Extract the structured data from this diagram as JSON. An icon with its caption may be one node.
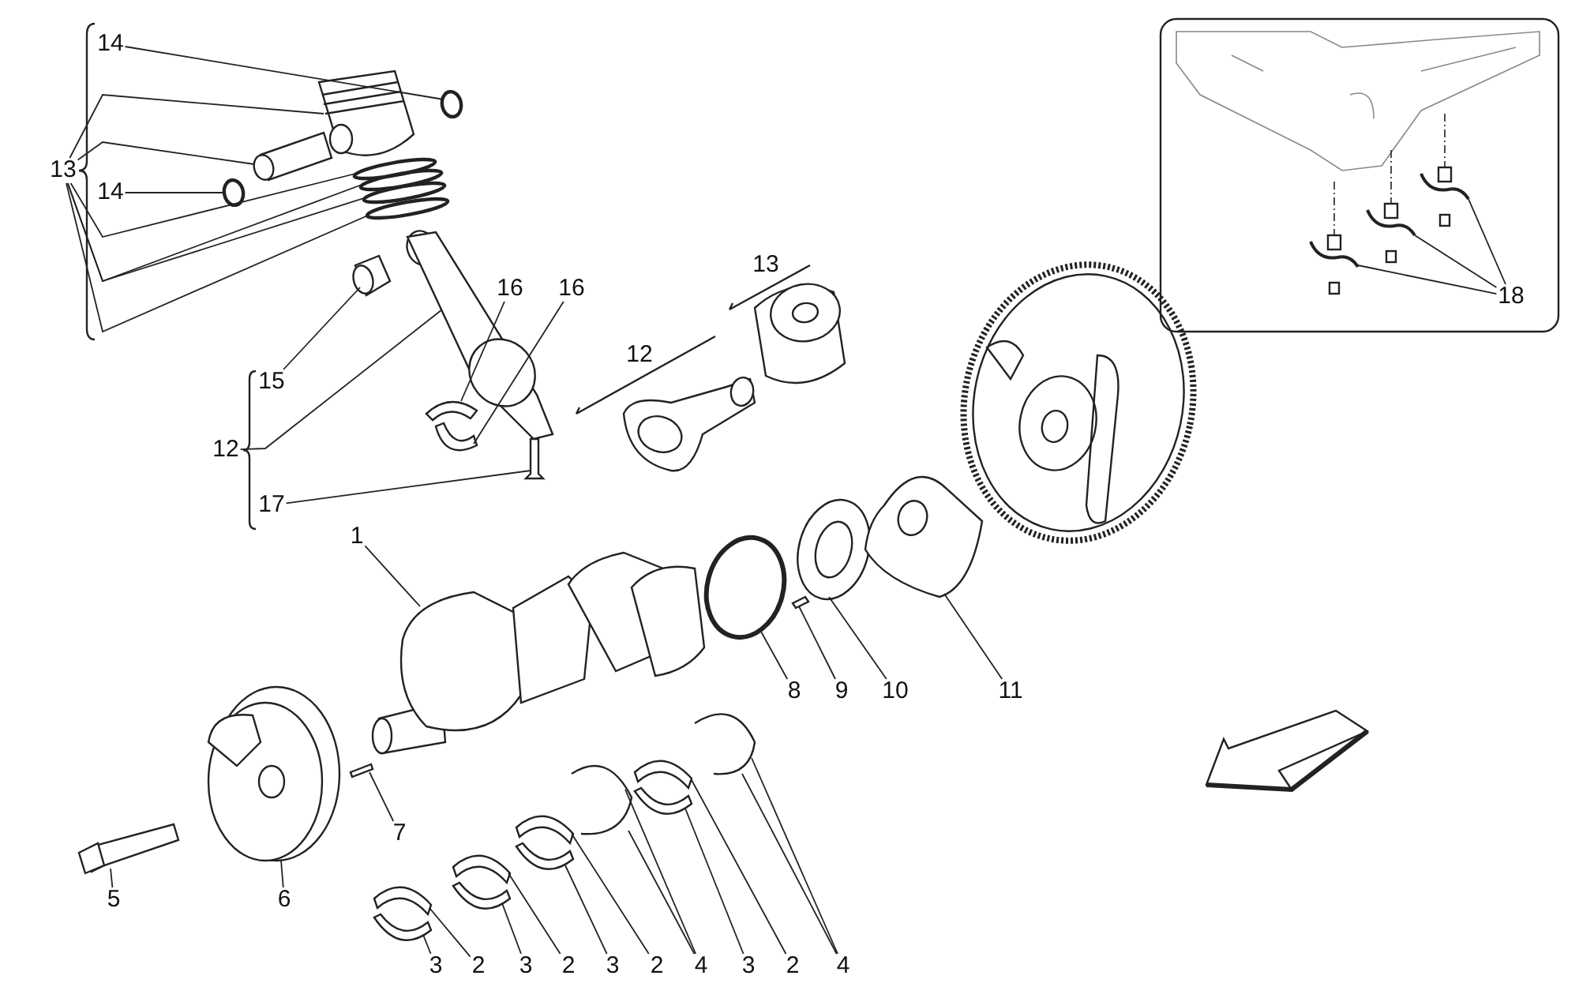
{
  "diagram": {
    "nodes": [
      {
        "text": [
          "14"
        ]
      },
      {
        "text": [
          "13"
        ]
      },
      {
        "text": [
          "14"
        ]
      },
      {
        "text": [
          "16"
        ]
      },
      {
        "text": [
          "16"
        ]
      },
      {
        "text": [
          "15"
        ]
      },
      {
        "text": [
          "12"
        ]
      },
      {
        "text": [
          "17"
        ]
      },
      {
        "text": [
          "13"
        ]
      },
      {
        "text": [
          "12"
        ]
      },
      {
        "text": [
          "1"
        ]
      },
      {
        "text": [
          "8"
        ]
      },
      {
        "text": [
          "9"
        ]
      },
      {
        "text": [
          "10"
        ]
      },
      {
        "text": [
          "11"
        ]
      },
      {
        "text": [
          "18"
        ]
      },
      {
        "text": [
          "5"
        ]
      },
      {
        "text": [
          "6"
        ]
      },
      {
        "text": [
          "7"
        ]
      },
      {
        "text": [
          "3"
        ]
      },
      {
        "text": [
          "2"
        ]
      },
      {
        "text": [
          "3"
        ]
      },
      {
        "text": [
          "2"
        ]
      },
      {
        "text": [
          "3"
        ]
      },
      {
        "text": [
          "2"
        ]
      },
      {
        "text": [
          "4"
        ]
      },
      {
        "text": [
          "3"
        ]
      },
      {
        "text": [
          "2"
        ]
      },
      {
        "text": [
          "4"
        ]
      },
      {
        "text": [],
        "shape": "circle"
      },
      {
        "text": [],
        "shape": "picture"
      },
      {
        "text": [],
        "shape": "picture"
      },
      {
        "text": [],
        "shape": "circle"
      },
      {
        "text": [],
        "shape": "circle"
      },
      {
        "text": [],
        "shape": "circle"
      },
      {
        "text": [],
        "shape": "circle"
      },
      {
        "text": [],
        "shape": "circle"
      },
      {
        "text": [],
        "shape": "picture"
      },
      {
        "text": [],
        "shape": "picture"
      },
      {
        "text": [],
        "shape": "picture"
      },
      {
        "text": [],
        "shape": "picture"
      },
      {
        "text": [],
        "shape": "picture"
      },
      {
        "text": [],
        "shape": "picture"
      },
      {
        "text": [],
        "shape": "circle"
      },
      {
        "text": [],
        "shape": "picture"
      },
      {
        "text": [],
        "shape": "picture"
      },
      {
        "text": [],
        "shape": "picture"
      },
      {
        "text": [],
        "shape": "picture"
      },
      {
        "text": [],
        "shape": "picture"
      },
      {
        "text": [],
        "shape": "picture"
      },
      {
        "text": [],
        "shape": "picture"
      },
      {
        "text": [],
        "shape": "picture"
      },
      {
        "text": [],
        "shape": "box"
      },
      {
        "text": [],
        "shape": "picture"
      },
      {
        "text": [],
        "shape": "picture"
      },
      {
        "text": [],
        "shape": "picture"
      },
      {
        "text": [],
        "shape": "picture"
      },
      {
        "text": [],
        "shape": "picture"
      },
      {
        "text": [],
        "shape": "picture"
      },
      {
        "text": [],
        "shape": "picture"
      },
      {
        "text": [],
        "shape": "picture"
      },
      {
        "text": [],
        "shape": "picture"
      },
      {
        "text": [],
        "shape": "picture"
      }
    ],
    "edges": [
      {
        "from": 0,
        "to": 29,
        "arrow": "none"
      },
      {
        "from": 1,
        "to": 30,
        "arrow": "none"
      },
      {
        "from": 1,
        "to": 31,
        "arrow": "none"
      },
      {
        "from": 1,
        "to": 32,
        "arrow": "none"
      },
      {
        "from": 1,
        "to": 33,
        "arrow": "none"
      },
      {
        "from": 1,
        "to": 34,
        "arrow": "none"
      },
      {
        "from": 1,
        "to": 35,
        "arrow": "none"
      },
      {
        "from": 2,
        "to": 36,
        "arrow": "none"
      },
      {
        "from": 3,
        "to": 37,
        "arrow": "none"
      },
      {
        "from": 4,
        "to": 38,
        "arrow": "none"
      },
      {
        "from": 5,
        "to": 39,
        "arrow": "none"
      },
      {
        "from": 6,
        "to": 40,
        "arrow": "none"
      },
      {
        "from": 7,
        "to": 41,
        "arrow": "none"
      },
      {
        "from": 10,
        "to": 42,
        "arrow": "none"
      },
      {
        "from": 11,
        "to": 43,
        "arrow": "none"
      },
      {
        "from": 12,
        "to": 44,
        "arrow": "none"
      },
      {
        "from": 13,
        "to": 45,
        "arrow": "none"
      },
      {
        "from": 14,
        "to": 46,
        "arrow": "none"
      },
      {
        "from": 15,
        "to": 47,
        "arrow": "none"
      },
      {
        "from": 15,
        "to": 48,
        "arrow": "none"
      },
      {
        "from": 15,
        "to": 49,
        "arrow": "none"
      },
      {
        "from": 16,
        "to": 50,
        "arrow": "none"
      },
      {
        "from": 17,
        "to": 51,
        "arrow": "none"
      },
      {
        "from": 18,
        "to": 52,
        "arrow": "none"
      },
      {
        "from": 19,
        "to": 54,
        "arrow": "none"
      },
      {
        "from": 20,
        "to": 53,
        "arrow": "none"
      },
      {
        "from": 21,
        "to": 56,
        "arrow": "none"
      },
      {
        "from": 22,
        "to": 55,
        "arrow": "none"
      },
      {
        "from": 23,
        "to": 58,
        "arrow": "none"
      },
      {
        "from": 24,
        "to": 57,
        "arrow": "none"
      },
      {
        "from": 25,
        "to": 59,
        "arrow": "none"
      },
      {
        "from": 25,
        "to": 59,
        "arrow": "none"
      },
      {
        "from": 26,
        "to": 61,
        "arrow": "none"
      },
      {
        "from": 27,
        "to": 60,
        "arrow": "none"
      },
      {
        "from": 28,
        "to": 62,
        "arrow": "none"
      },
      {
        "from": 28,
        "to": 62,
        "arrow": "none"
      }
    ]
  }
}
